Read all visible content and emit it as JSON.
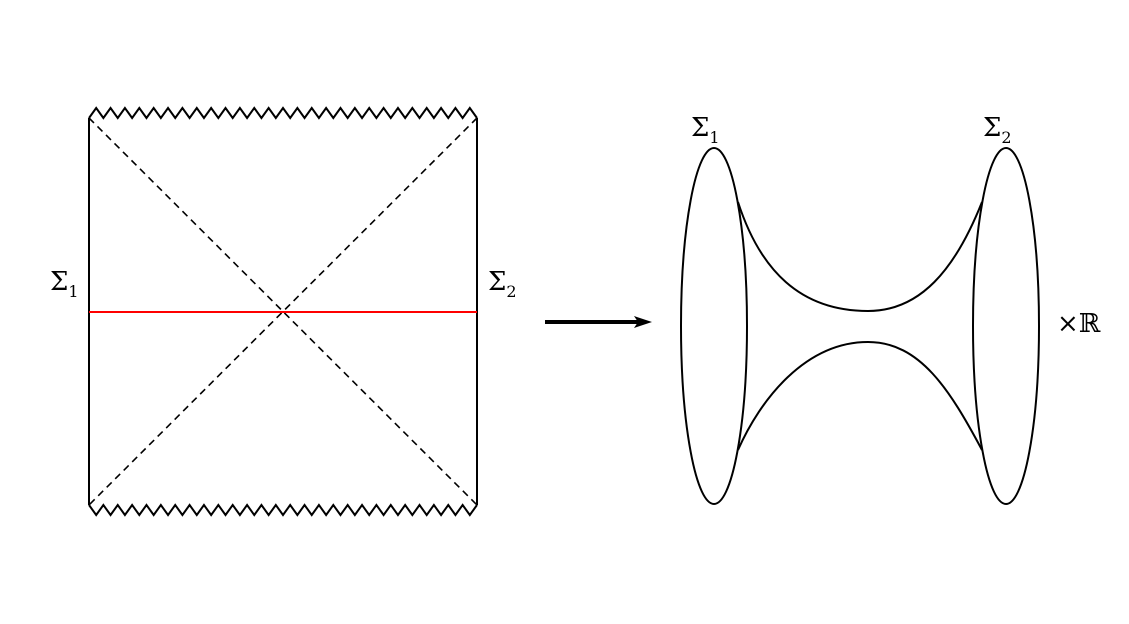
{
  "left_diagram": {
    "label_left": {
      "base": "Σ",
      "sub": "1"
    },
    "label_right": {
      "base": "Σ",
      "sub": "2"
    },
    "slice_color": "#ff0000"
  },
  "right_diagram": {
    "label_left": {
      "base": "Σ",
      "sub": "1"
    },
    "label_right": {
      "base": "Σ",
      "sub": "2"
    },
    "product_label": "×ℝ"
  }
}
